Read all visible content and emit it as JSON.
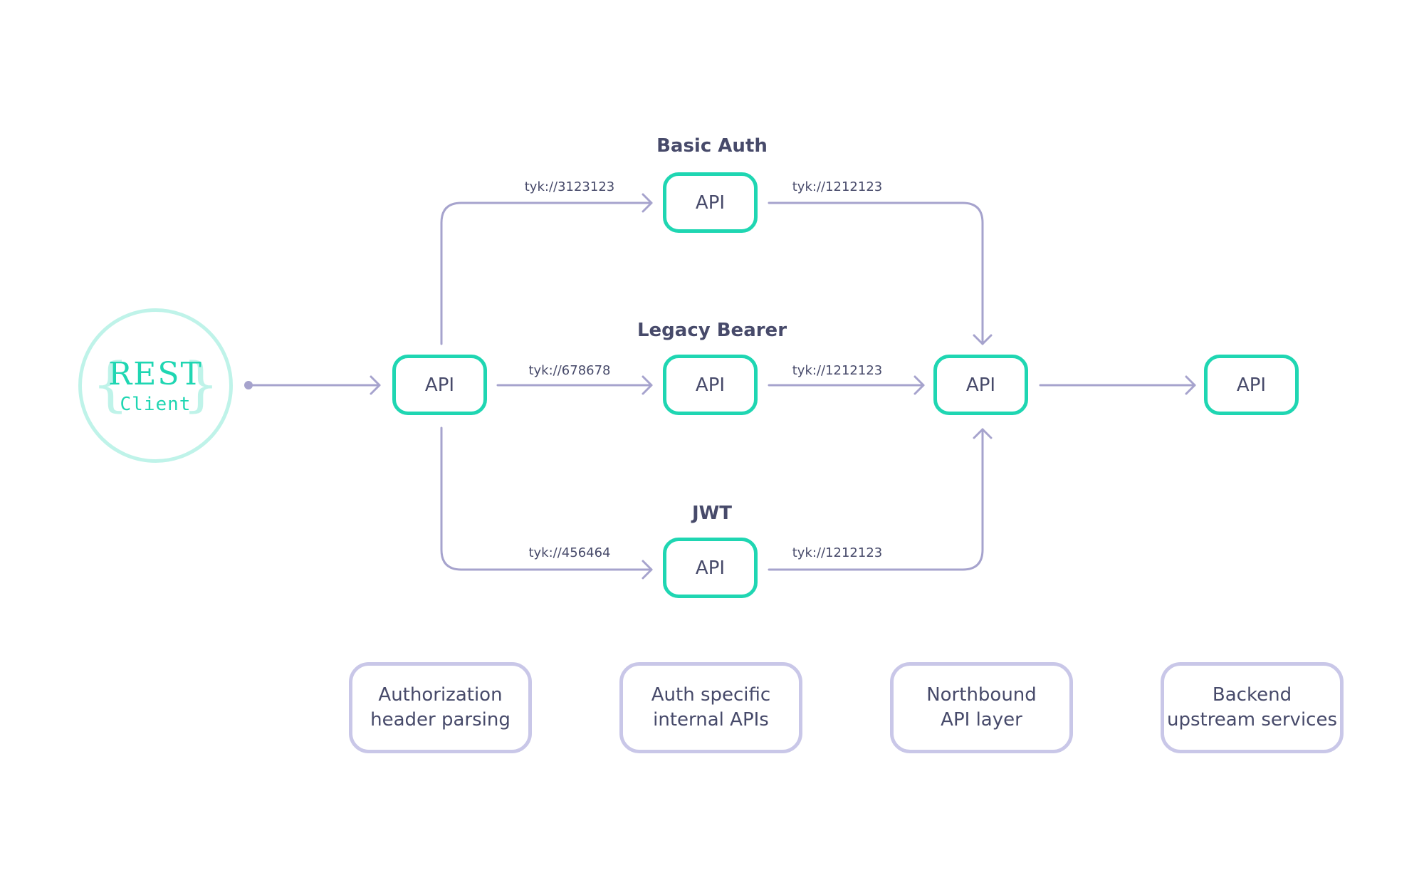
{
  "colors": {
    "accent": "#1fd6b2",
    "client_ring": "#bff3e9",
    "connector": "#a6a3cd",
    "legend_border": "#c9c7e8",
    "text": "#474a6a"
  },
  "client": {
    "title": "REST",
    "subtitle": "Client"
  },
  "nodes": {
    "header_parser": {
      "label": "API"
    },
    "basic_auth": {
      "label": "API"
    },
    "legacy_bearer": {
      "label": "API"
    },
    "jwt": {
      "label": "API"
    },
    "northbound": {
      "label": "API"
    },
    "backend": {
      "label": "API"
    }
  },
  "groups": {
    "basic_auth": "Basic Auth",
    "legacy_bearer": "Legacy Bearer",
    "jwt": "JWT"
  },
  "edge_labels": {
    "to_basic_auth": "tyk://3123123",
    "to_legacy_bearer": "tyk://678678",
    "to_jwt": "tyk://456464",
    "basic_auth_out": "tyk://1212123",
    "legacy_bearer_out": "tyk://1212123",
    "jwt_out": "tyk://1212123"
  },
  "legend": [
    {
      "line1": "Authorization",
      "line2": "header parsing"
    },
    {
      "line1": "Auth specific",
      "line2": "internal APIs"
    },
    {
      "line1": "Northbound",
      "line2": "API layer"
    },
    {
      "line1": "Backend",
      "line2": "upstream services"
    }
  ]
}
